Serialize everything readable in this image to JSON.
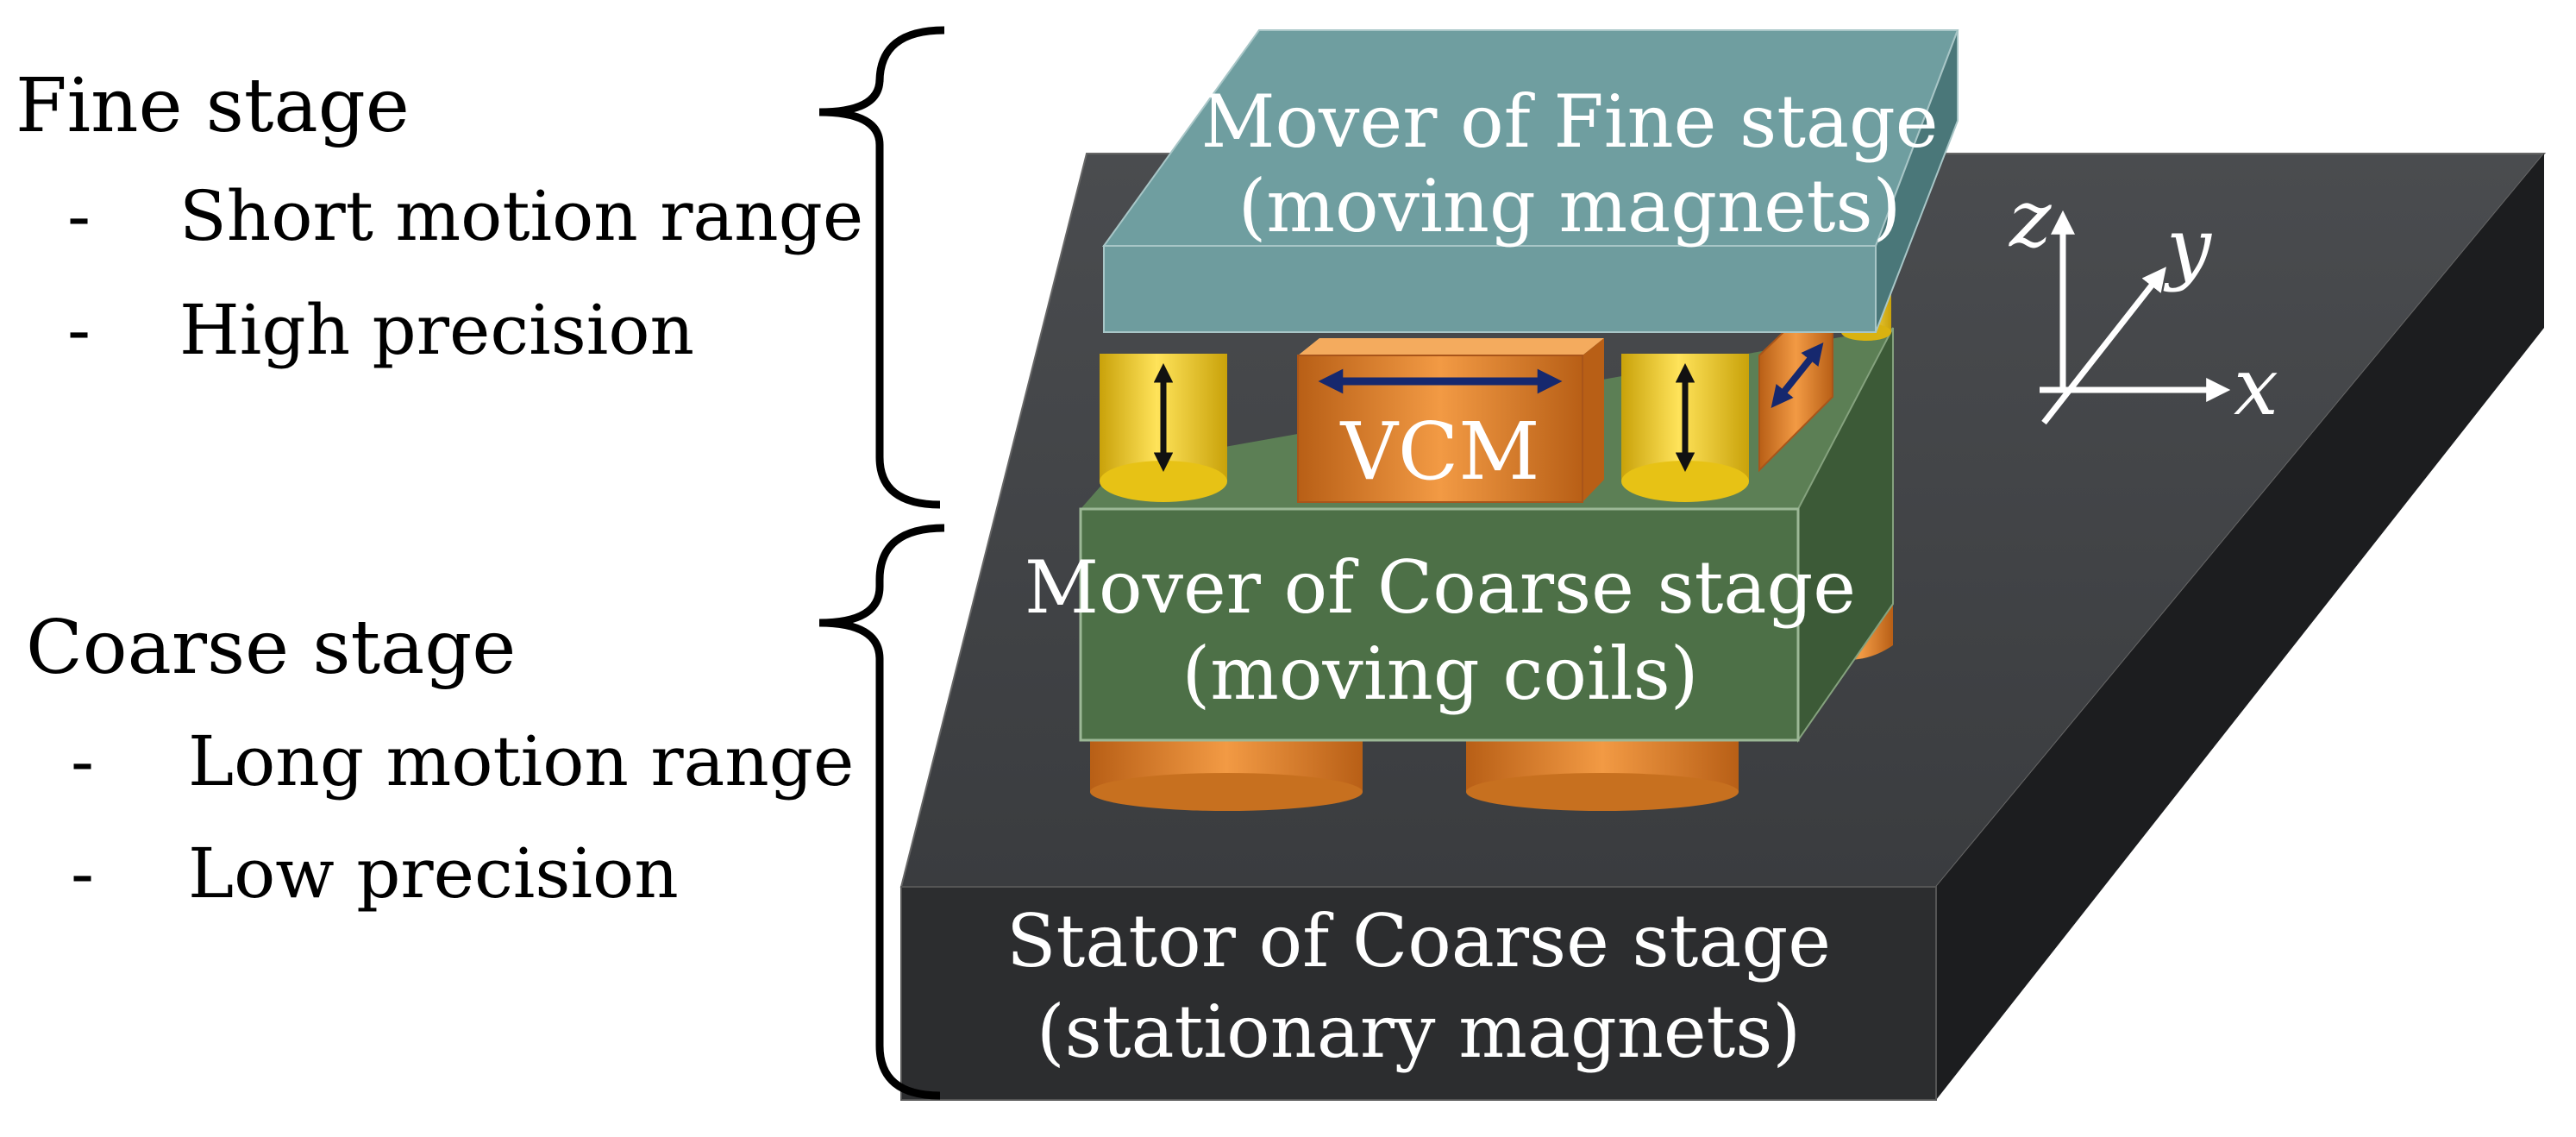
{
  "fine_stage": {
    "title": "Fine stage",
    "items": [
      {
        "dash": "-",
        "text": "Short motion range"
      },
      {
        "dash": "-",
        "text": "High precision"
      }
    ]
  },
  "coarse_stage": {
    "title": "Coarse stage",
    "items": [
      {
        "dash": "-",
        "text": "Long motion range"
      },
      {
        "dash": "-",
        "text": "Low precision"
      }
    ]
  },
  "fine_mover": {
    "line1": "Mover of Fine stage",
    "line2": "(moving magnets)"
  },
  "coarse_mover": {
    "line1": "Mover of Coarse stage",
    "line2": "(moving coils)"
  },
  "stator": {
    "line1": "Stator of Coarse stage",
    "line2": "(stationary magnets)"
  },
  "vcm_label": "VCM",
  "axes": {
    "x": "x",
    "y": "y",
    "z": "z"
  },
  "colors": {
    "fine_mover": "#6f9ea0",
    "coarse_mover": "#4e7248",
    "stator": "#2e2f31",
    "magnet_yellow": "#f2cc1a",
    "vcm_orange": "#ea8a2c",
    "arrow_navy": "#16286e"
  }
}
